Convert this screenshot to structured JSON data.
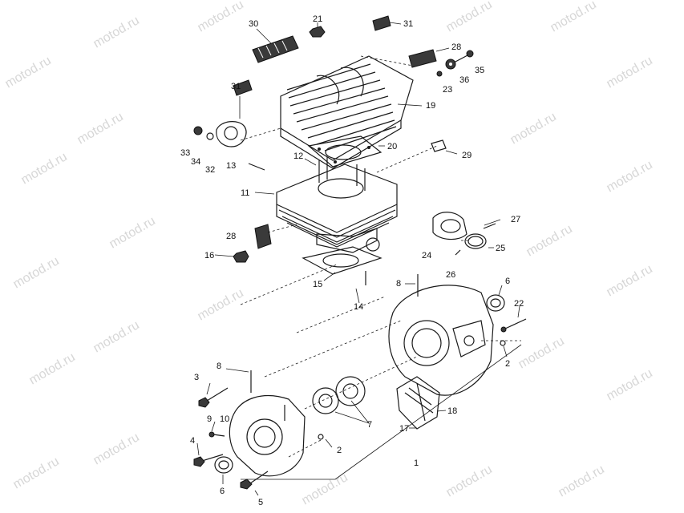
{
  "watermark": "motod.ru",
  "callouts": {
    "c30": "30",
    "c21": "21",
    "c31a": "31",
    "c28a": "28",
    "c35": "35",
    "c36": "36",
    "c23": "23",
    "c31b": "31",
    "c19": "19",
    "c33": "33",
    "c34": "34",
    "c32": "32",
    "c13": "13",
    "c20": "20",
    "c29": "29",
    "c12": "12",
    "c11": "11",
    "c27": "27",
    "c28b": "28",
    "c24": "24",
    "c25": "25",
    "c16": "16",
    "c26": "26",
    "c15": "15",
    "c8a": "8",
    "c6a": "6",
    "c14": "14",
    "c22": "22",
    "c2a": "2",
    "c3": "3",
    "c8b": "8",
    "c9": "9",
    "c10": "10",
    "c7": "7",
    "c18": "18",
    "c4": "4",
    "c17": "17",
    "c2b": "2",
    "c1": "1",
    "c6b": "6",
    "c5": "5"
  }
}
